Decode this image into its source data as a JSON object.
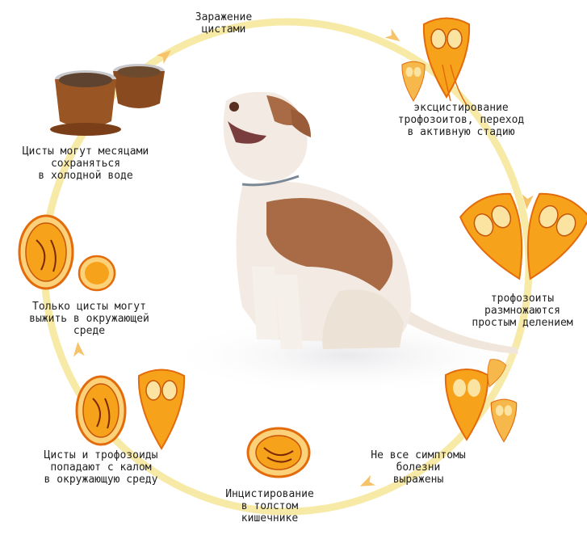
{
  "colors": {
    "ring": "#f7e9a6",
    "arrow": "#f6c36a",
    "cell_fill": "#f6a21a",
    "cell_edge": "#e46b0b",
    "cyst_fill": "#fbd27a",
    "dog_cream": "#f3ebe3",
    "dog_brown": "#a86b45",
    "bowl": "#8a4a1f"
  },
  "stages": {
    "infection": {
      "lines": [
        "Заражение",
        "цистами"
      ]
    },
    "excystation": {
      "lines": [
        "эксцистирование",
        "трофозоитов, переход",
        "в активную стадию"
      ]
    },
    "division": {
      "lines": [
        "трофозоиты",
        "размножаются",
        "простым делением"
      ]
    },
    "symptoms": {
      "lines": [
        "Не все симптомы",
        "болезни",
        "выражены"
      ]
    },
    "encystation": {
      "lines": [
        "Инцистирование",
        "в толстом",
        "кишечнике"
      ]
    },
    "excretion": {
      "lines": [
        "Цисты и трофозоиды",
        "попадают с калом",
        "в окружающую среду"
      ]
    },
    "survival": {
      "lines": [
        "Только цисты могут",
        "выжить в окружающей",
        "среде"
      ]
    },
    "water": {
      "lines": [
        "Цисты могут месяцами",
        "сохраняться",
        "в холодной воде"
      ]
    }
  },
  "icons": {
    "bowls": "food-bowls-illustration",
    "dog": "dog-illustration",
    "trophozoite": "trophozoite-cell-icon",
    "cyst": "cyst-cell-icon",
    "arrow": "cycle-arrow-icon"
  }
}
